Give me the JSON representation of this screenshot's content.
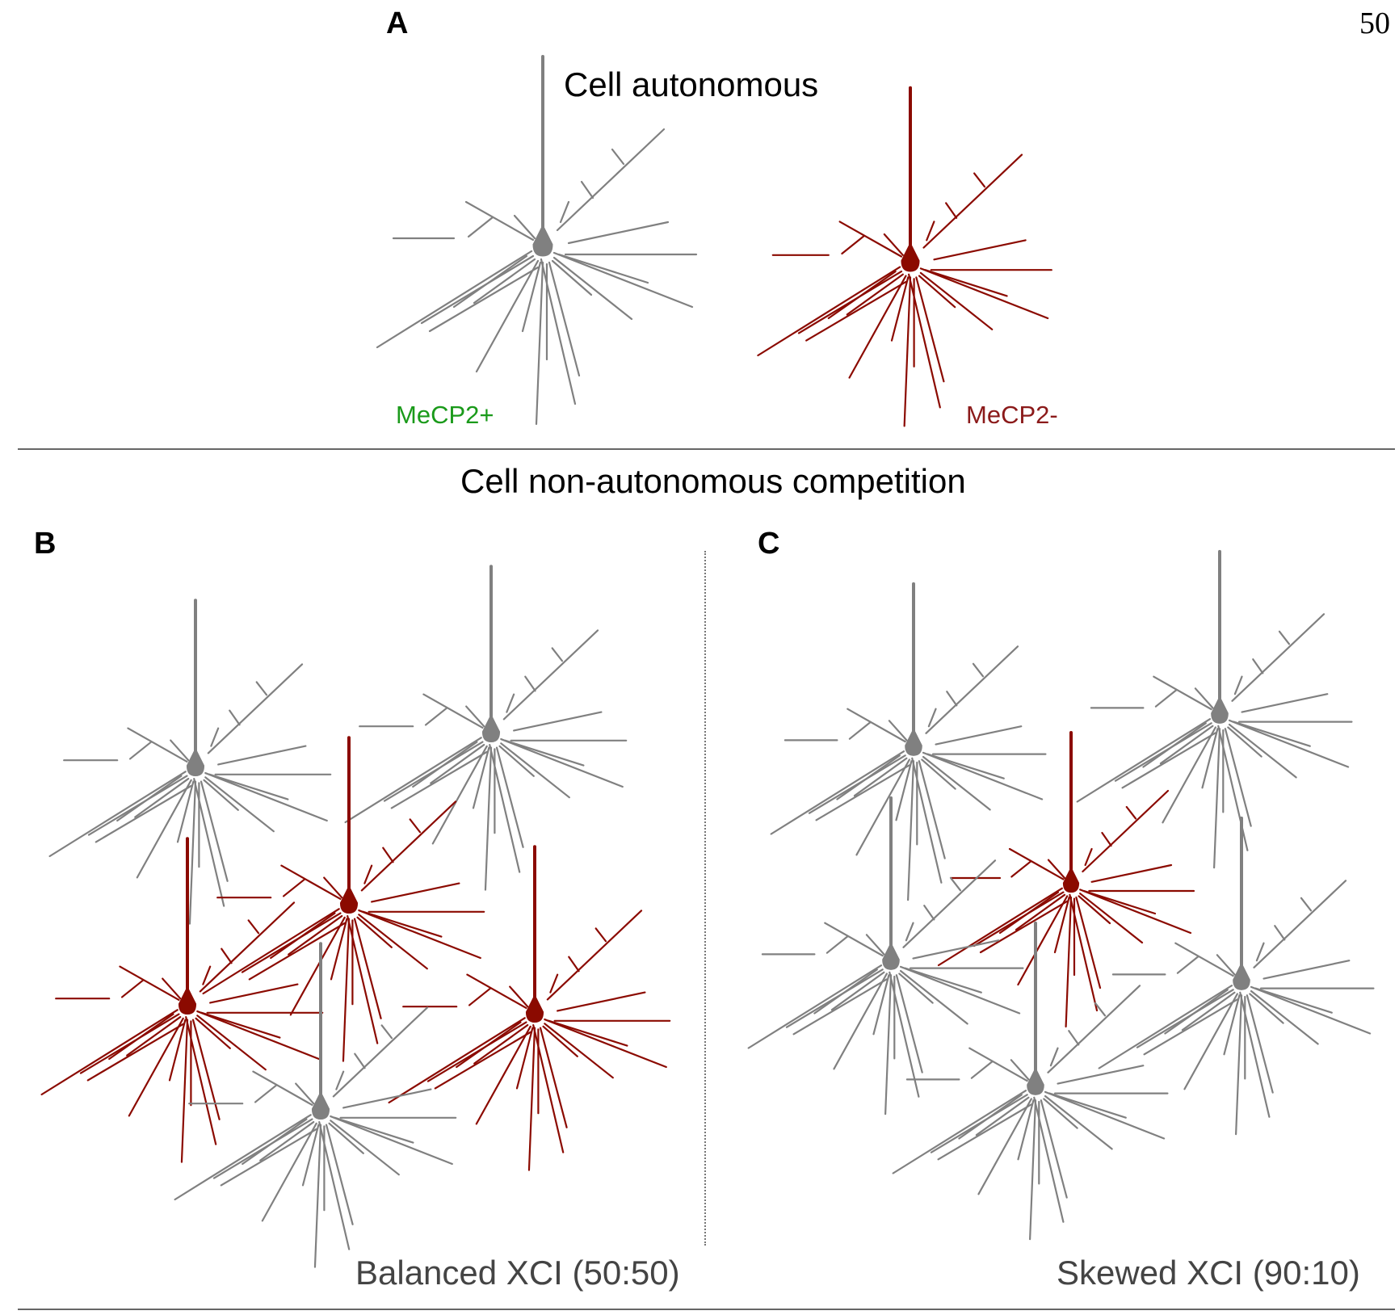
{
  "page_number": "50",
  "panels": {
    "a": {
      "letter": "A",
      "title": "Cell autonomous",
      "label_positive": "MeCP2+",
      "label_negative": "MeCP2-"
    },
    "section_title": "Cell non-autonomous competition",
    "b": {
      "letter": "B",
      "caption": "Balanced XCI (50:50)"
    },
    "c": {
      "letter": "C",
      "caption": "Skewed XCI (90:10)"
    }
  },
  "colors": {
    "wildtype_neuron": "#808080",
    "mutant_neuron": "#8b0a00",
    "label_positive": "#1a9a1a",
    "label_negative": "#8b1a1a"
  },
  "neurons": {
    "panel_a": [
      "wildtype",
      "mutant"
    ],
    "panel_b": [
      "wildtype",
      "wildtype",
      "mutant",
      "mutant",
      "mutant",
      "wildtype"
    ],
    "panel_c": [
      "wildtype",
      "wildtype",
      "mutant",
      "wildtype",
      "wildtype",
      "wildtype"
    ]
  }
}
